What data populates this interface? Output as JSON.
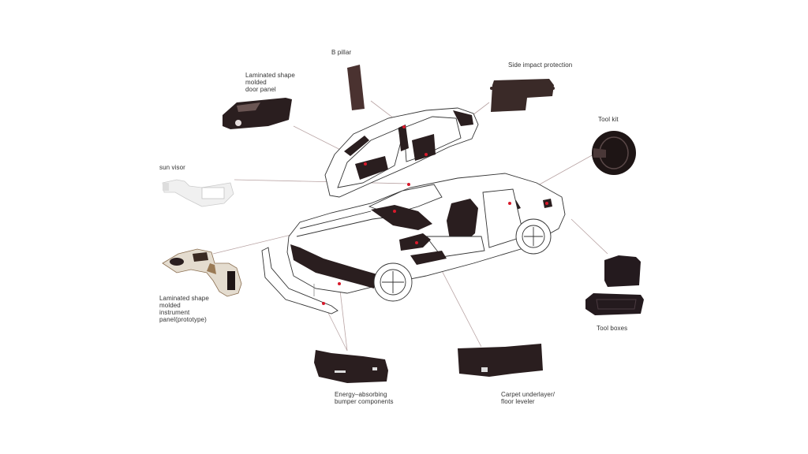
{
  "diagram": {
    "type": "exploded-car-parts-callout",
    "colors": {
      "background": "#ffffff",
      "part_dark": "#2a1e1f",
      "part_brown": "#4a3230",
      "outline": "#333333",
      "leader_line": "#b9a4a4",
      "marker_dot": "#d8192b",
      "label_text": "#333333"
    },
    "labels": {
      "b_pillar": "B pillar",
      "door_panel": "Laminated shape\nmolded\ndoor panel",
      "side_impact": "Side impact protection",
      "tool_kit": "Tool kit",
      "sun_visor": "sun visor",
      "instrument_panel": "Laminated shape\nmolded\ninstrument\npanel(prototype)",
      "tool_boxes": "Tool boxes",
      "bumper": "Energy–absorbing\nbumper components",
      "carpet": "Carpet underlayer/\nfloor leveler"
    },
    "parts": [
      {
        "id": "b_pillar",
        "label": "B pillar"
      },
      {
        "id": "door_panel",
        "label": "Laminated shape molded door panel"
      },
      {
        "id": "side_impact",
        "label": "Side impact protection"
      },
      {
        "id": "tool_kit",
        "label": "Tool kit"
      },
      {
        "id": "sun_visor",
        "label": "sun visor"
      },
      {
        "id": "instrument_panel",
        "label": "Laminated shape molded instrument panel(prototype)"
      },
      {
        "id": "tool_boxes",
        "label": "Tool boxes"
      },
      {
        "id": "bumper",
        "label": "Energy–absorbing bumper components"
      },
      {
        "id": "carpet",
        "label": "Carpet underlayer/ floor leveler"
      }
    ]
  }
}
